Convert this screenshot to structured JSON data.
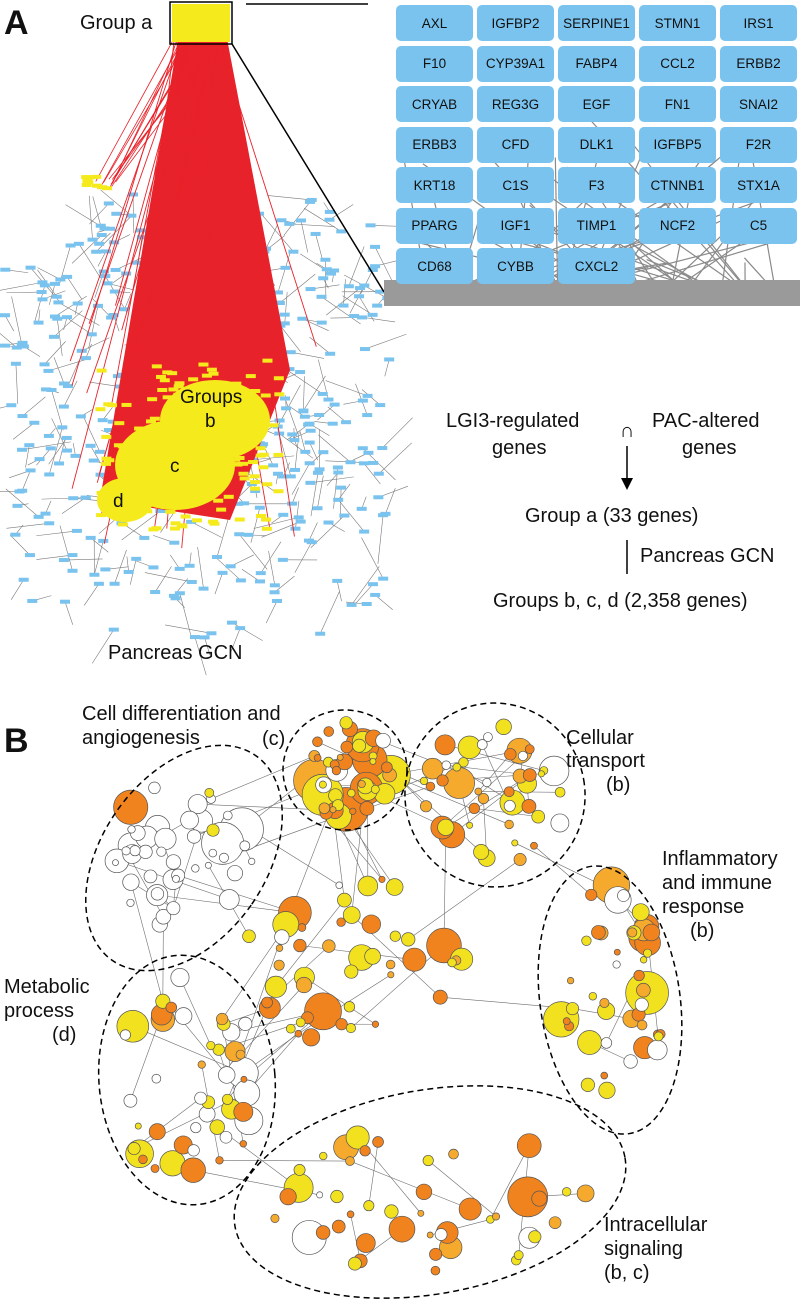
{
  "panel_a": {
    "letter": "A",
    "group_a_label": "Group a",
    "groups_label": "Groups",
    "group_b_label": "b",
    "group_c_label": "c",
    "group_d_label": "d",
    "network_caption": "Pancreas GCN",
    "genes": [
      "AXL",
      "IGFBP2",
      "SERPINE1",
      "STMN1",
      "IRS1",
      "F10",
      "CYP39A1",
      "FABP4",
      "CCL2",
      "ERBB2",
      "CRYAB",
      "REG3G",
      "EGF",
      "FN1",
      "SNAI2",
      "ERBB3",
      "CFD",
      "DLK1",
      "IGFBP5",
      "F2R",
      "KRT18",
      "C1S",
      "F3",
      "CTNNB1",
      "STX1A",
      "PPARG",
      "IGF1",
      "TIMP1",
      "NCF2",
      "C5",
      "CD68",
      "CYBB",
      "CXCL2"
    ],
    "flow": {
      "set1_line1": "LGI3-regulated",
      "set1_line2": "genes",
      "intersect_symbol": "∩",
      "set2_line1": "PAC-altered",
      "set2_line2": "genes",
      "step1": "Group a (33 genes)",
      "step2": "Pancreas GCN",
      "step3": "Groups b, c, d (2,358 genes)"
    }
  },
  "panel_b": {
    "letter": "B",
    "clusters": {
      "cell_diff_line1": "Cell differentiation and",
      "cell_diff_line2": "angiogenesis",
      "cell_diff_group": "(c)",
      "transport_line1": "Cellular",
      "transport_line2": "transport",
      "transport_group": "(b)",
      "inflam_line1": "Inflammatory",
      "inflam_line2": "and immune",
      "inflam_line3": "response",
      "inflam_group": "(b)",
      "metabolic_line1": "Metabolic",
      "metabolic_line2": "process",
      "metabolic_group": "(d)",
      "signaling_line1": "Intracellular",
      "signaling_line2": "signaling",
      "signaling_group": "(b, c)"
    }
  },
  "colors": {
    "network_red": "#e8222a",
    "group_yellow": "#f5ea1c",
    "node_blue": "#79c3ee",
    "edge_gray": "#7a7a7a",
    "orange": "#f0831e",
    "light_orange": "#f5aa2e",
    "yellow": "#f2e11f"
  }
}
